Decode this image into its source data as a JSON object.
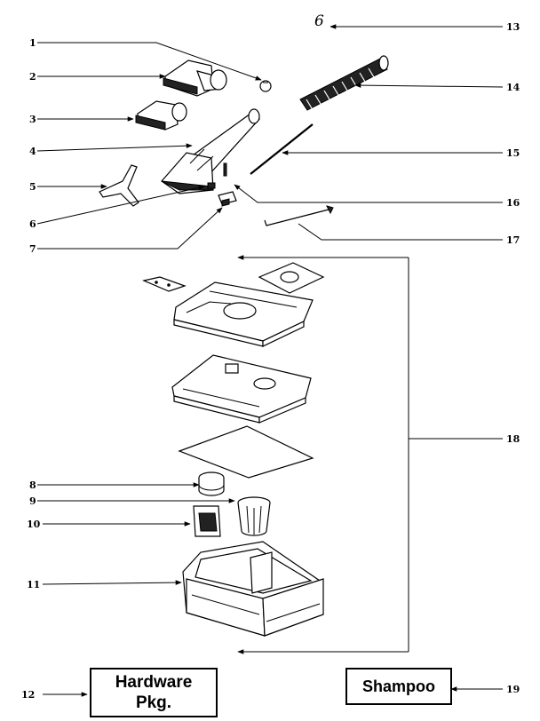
{
  "callouts": [
    "1",
    "2",
    "3",
    "4",
    "5",
    "6",
    "7",
    "8",
    "9",
    "10",
    "11",
    "12",
    "13",
    "14",
    "15",
    "16",
    "17",
    "18",
    "19"
  ],
  "page_marker": "6",
  "hardware_package": {
    "line1": "Hardware",
    "line2": "Pkg."
  },
  "shampoo": "Shampoo"
}
